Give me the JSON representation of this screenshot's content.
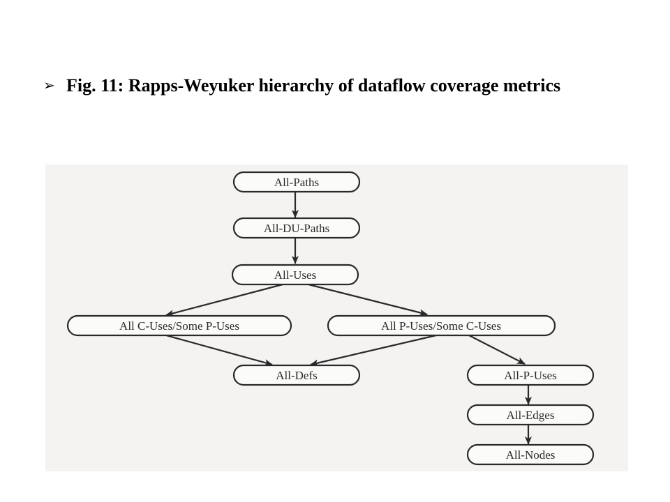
{
  "slide": {
    "bullet_glyph": "➢",
    "title": "Fig. 11: Rapps-Weyuker hierarchy of dataflow coverage metrics"
  },
  "diagram": {
    "nodes": {
      "all_paths": "All-Paths",
      "all_du_paths": "All-DU-Paths",
      "all_uses": "All-Uses",
      "all_c_uses_some_p_uses": "All C-Uses/Some P-Uses",
      "all_p_uses_some_c_uses": "All P-Uses/Some C-Uses",
      "all_defs": "All-Defs",
      "all_p_uses": "All-P-Uses",
      "all_edges": "All-Edges",
      "all_nodes": "All-Nodes"
    },
    "edges": [
      [
        "all_paths",
        "all_du_paths"
      ],
      [
        "all_du_paths",
        "all_uses"
      ],
      [
        "all_uses",
        "all_c_uses_some_p_uses"
      ],
      [
        "all_uses",
        "all_p_uses_some_c_uses"
      ],
      [
        "all_c_uses_some_p_uses",
        "all_defs"
      ],
      [
        "all_p_uses_some_c_uses",
        "all_defs"
      ],
      [
        "all_p_uses_some_c_uses",
        "all_p_uses"
      ],
      [
        "all_p_uses",
        "all_edges"
      ],
      [
        "all_edges",
        "all_nodes"
      ]
    ]
  }
}
